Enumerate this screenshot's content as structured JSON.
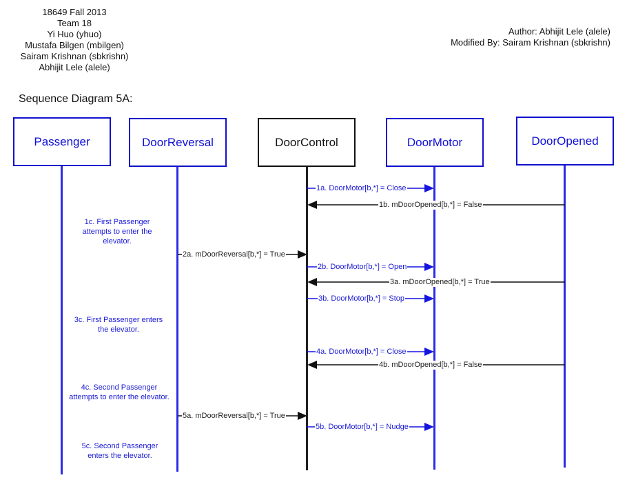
{
  "header": {
    "left_lines": [
      "18649 Fall 2013",
      "Team 18",
      "Yi Huo (yhuo)",
      "Mustafa Bilgen (mbilgen)",
      "Sairam Krishnan (sbkrishn)",
      "Abhijit Lele (alele)"
    ],
    "right_lines": [
      "Author: Abhijit Lele (alele)",
      "Modified By: Sairam Krishnan (sbkrishn)"
    ]
  },
  "diagram": {
    "title": "Sequence Diagram 5A:",
    "actors": [
      {
        "label": "Passenger",
        "color": "#1010cc"
      },
      {
        "label": "DoorReversal",
        "color": "#1010cc"
      },
      {
        "label": "DoorControl",
        "color": "#111111"
      },
      {
        "label": "DoorMotor",
        "color": "#1010cc"
      },
      {
        "label": "DoorOpened",
        "color": "#1010cc"
      }
    ],
    "messages": [
      {
        "label": "1a. DoorMotor[b,*] = Close",
        "color": "#1a1ad6"
      },
      {
        "label": "1b. mDoorOpened[b,*] = False",
        "color": "#222222"
      },
      {
        "label": "2a. mDoorReversal[b,*] = True",
        "color": "#222222"
      },
      {
        "label": "2b. DoorMotor[b,*] = Open",
        "color": "#1a1ad6"
      },
      {
        "label": "3a. mDoorOpened[b,*] = True",
        "color": "#222222"
      },
      {
        "label": "3b. DoorMotor[b,*] = Stop",
        "color": "#1a1ad6"
      },
      {
        "label": "4a. DoorMotor[b,*] = Close",
        "color": "#1a1ad6"
      },
      {
        "label": "4b. mDoorOpened[b,*] = False",
        "color": "#222222"
      },
      {
        "label": "5a. mDoorReversal[b,*] = True",
        "color": "#222222"
      },
      {
        "label": "5b. DoorMotor[b,*] = Nudge",
        "color": "#1a1ad6"
      }
    ],
    "notes": [
      {
        "lines": [
          "1c. First Passenger",
          "attempts to enter the",
          "elevator."
        ]
      },
      {
        "lines": [
          "3c. First Passenger enters",
          "the elevator."
        ]
      },
      {
        "lines": [
          "4c. Second Passenger",
          "attempts to enter the elevator."
        ]
      },
      {
        "lines": [
          "5c. Second Passenger",
          "enters the elevator."
        ]
      }
    ]
  }
}
